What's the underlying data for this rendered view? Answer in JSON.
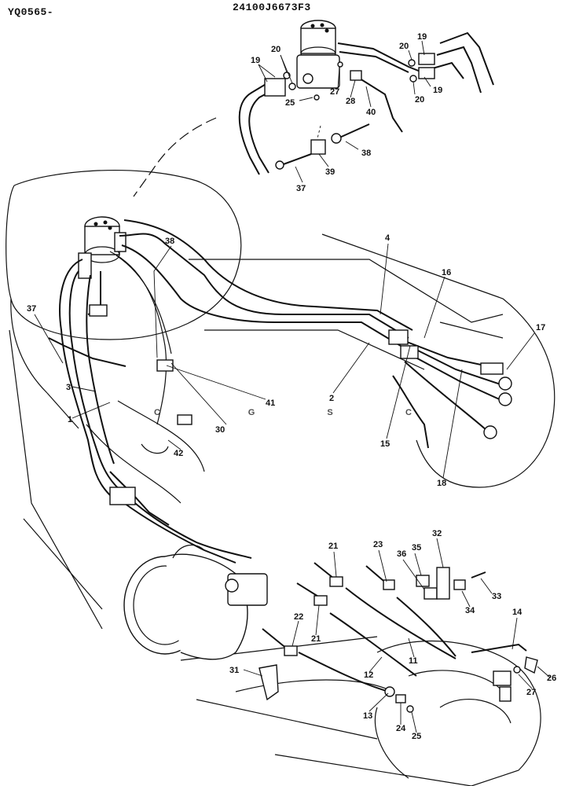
{
  "header": {
    "code_left": "YQ0565-",
    "drawing_number": "24100J6673F3"
  },
  "watermark": {
    "letters": [
      "C",
      "G",
      "S",
      "C"
    ],
    "colors": [
      "#6ea0f0",
      "#f08a84",
      "#f8d86a",
      "#66b894"
    ]
  },
  "callouts": {
    "inset": [
      "19",
      "20",
      "20",
      "19",
      "19",
      "27",
      "28",
      "40",
      "25",
      "38",
      "39",
      "37",
      "20",
      "19"
    ],
    "main_upper": [
      "38",
      "37",
      "3",
      "1",
      "30",
      "42",
      "41",
      "2",
      "4",
      "16",
      "17",
      "15",
      "18"
    ],
    "lower": [
      "21",
      "23",
      "35",
      "36",
      "32",
      "33",
      "34",
      "21",
      "22",
      "11",
      "14",
      "12",
      "31",
      "13",
      "24",
      "25",
      "26",
      "27"
    ]
  }
}
